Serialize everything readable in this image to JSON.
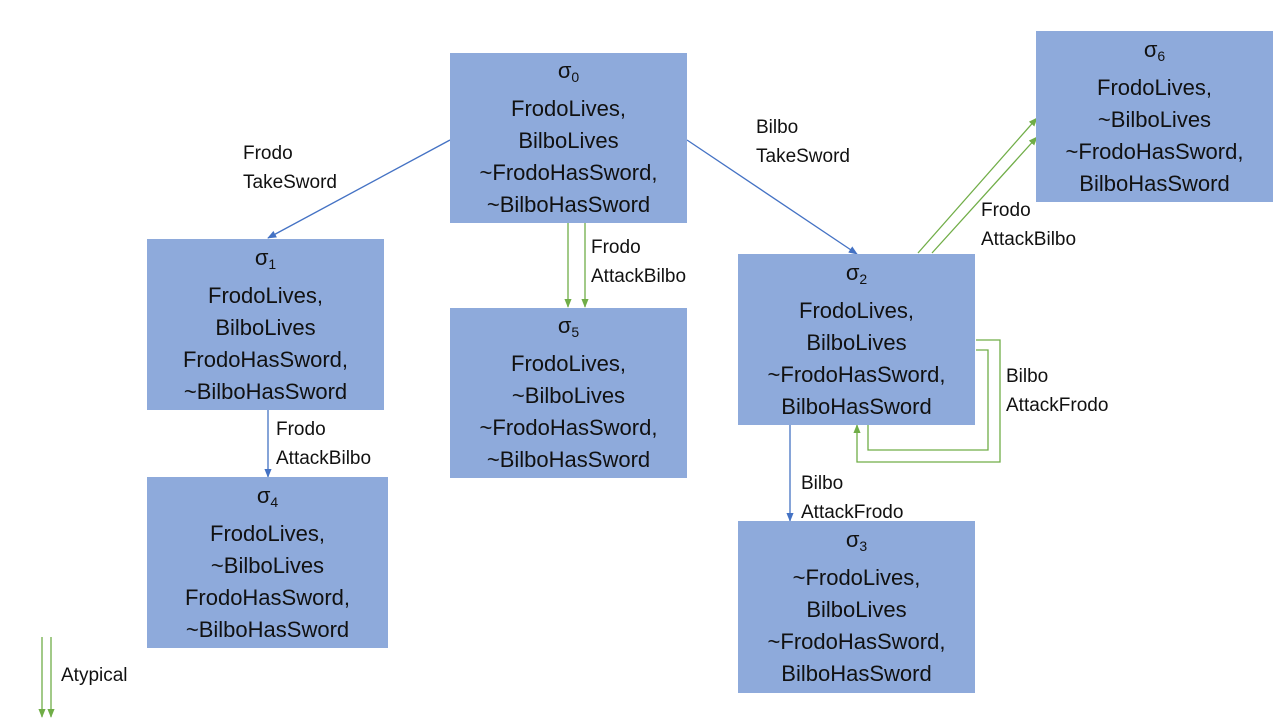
{
  "colors": {
    "box_fill": "#8eaadb",
    "typical_arrow": "#4472c4",
    "atypical_arrow": "#70ad47",
    "text": "#111111"
  },
  "states": {
    "s0": {
      "symbol": "σ",
      "index": "0",
      "lines": [
        "FrodoLives,",
        "BilboLives",
        "~FrodoHasSword,",
        "~BilboHasSword"
      ]
    },
    "s1": {
      "symbol": "σ",
      "index": "1",
      "lines": [
        "FrodoLives,",
        "BilboLives",
        "FrodoHasSword,",
        "~BilboHasSword"
      ]
    },
    "s2": {
      "symbol": "σ",
      "index": "2",
      "lines": [
        "FrodoLives,",
        "BilboLives",
        "~FrodoHasSword,",
        "BilboHasSword"
      ]
    },
    "s3": {
      "symbol": "σ",
      "index": "3",
      "lines": [
        "~FrodoLives,",
        "BilboLives",
        "~FrodoHasSword,",
        "BilboHasSword"
      ]
    },
    "s4": {
      "symbol": "σ",
      "index": "4",
      "lines": [
        "FrodoLives,",
        "~BilboLives",
        "FrodoHasSword,",
        "~BilboHasSword"
      ]
    },
    "s5": {
      "symbol": "σ",
      "index": "5",
      "lines": [
        "FrodoLives,",
        "~BilboLives",
        "~FrodoHasSword,",
        "~BilboHasSword"
      ]
    },
    "s6": {
      "symbol": "σ",
      "index": "6",
      "lines": [
        "FrodoLives,",
        "~BilboLives",
        "~FrodoHasSword,",
        "BilboHasSword"
      ]
    }
  },
  "edges": {
    "s0_s1": {
      "type": "typical",
      "label": [
        "Frodo",
        "TakeSword"
      ]
    },
    "s0_s2": {
      "type": "typical",
      "label": [
        "Bilbo",
        "TakeSword"
      ]
    },
    "s0_s5": {
      "type": "atypical",
      "label": [
        "Frodo",
        "AttackBilbo"
      ]
    },
    "s1_s4": {
      "type": "typical",
      "label": [
        "Frodo",
        "AttackBilbo"
      ]
    },
    "s2_s3": {
      "type": "typical",
      "label": [
        "Bilbo",
        "AttackFrodo"
      ]
    },
    "s2_s6": {
      "type": "atypical",
      "label": [
        "Frodo",
        "AttackBilbo"
      ]
    },
    "s2_s2": {
      "type": "atypical",
      "label": [
        "Bilbo",
        "AttackFrodo"
      ]
    }
  },
  "legend": {
    "atypical_label": "Atypical"
  }
}
